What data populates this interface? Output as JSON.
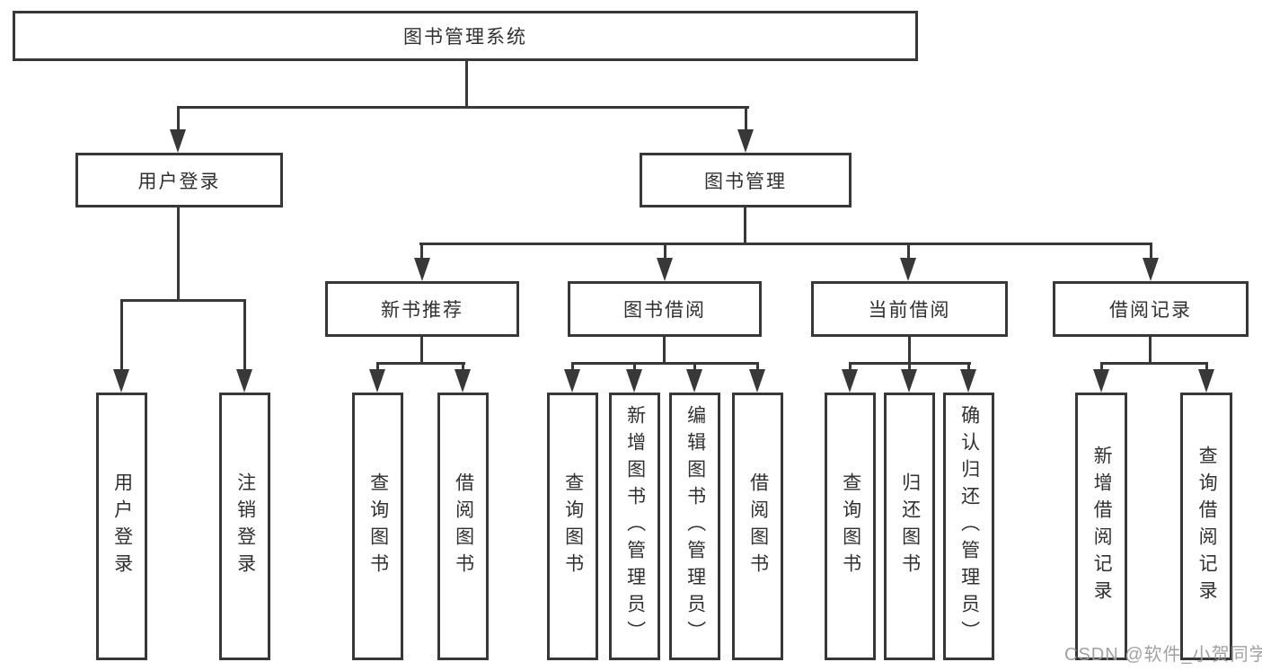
{
  "diagram_title": "图书管理系统",
  "tree": {
    "root": {
      "label": "图书管理系统",
      "children": [
        {
          "label": "用户登录",
          "children": [
            {
              "label": "用户登录"
            },
            {
              "label": "注销登录"
            }
          ]
        },
        {
          "label": "图书管理",
          "children": [
            {
              "label": "新书推荐",
              "children": [
                {
                  "label": "查询图书"
                },
                {
                  "label": "借阅图书"
                }
              ]
            },
            {
              "label": "图书借阅",
              "children": [
                {
                  "label": "查询图书"
                },
                {
                  "label": "新增图书（管理员）"
                },
                {
                  "label": "编辑图书（管理员）"
                },
                {
                  "label": "借阅图书"
                }
              ]
            },
            {
              "label": "当前借阅",
              "children": [
                {
                  "label": "查询图书"
                },
                {
                  "label": "归还图书"
                },
                {
                  "label": "确认归还（管理员）"
                }
              ]
            },
            {
              "label": "借阅记录",
              "children": [
                {
                  "label": "新增借阅记录"
                },
                {
                  "label": "查询借阅记录"
                }
              ]
            }
          ]
        }
      ]
    }
  },
  "watermark": {
    "text": "CSDN @软件_小贺同学"
  },
  "colors": {
    "line": "#383838",
    "text": "#303030",
    "watermark": "#9c9c9c",
    "background": "#ffffff"
  }
}
